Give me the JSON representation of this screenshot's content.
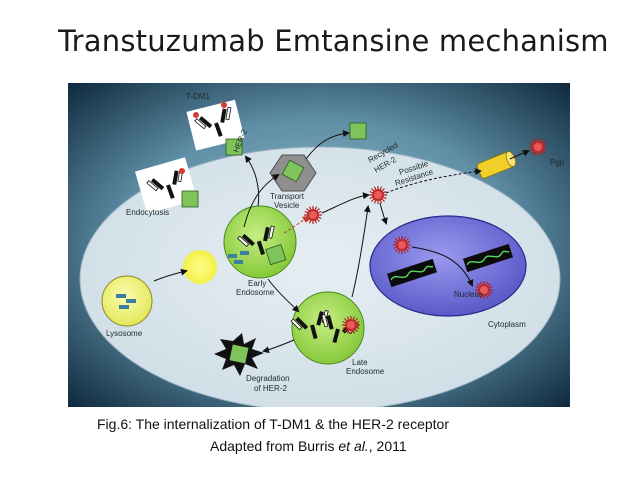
{
  "slide": {
    "title": "Transtuzumab Emtansine mechanism"
  },
  "diagram": {
    "labels": {
      "tdm1": "T-DM1",
      "her2": "HER-2",
      "endocytosis": "Endocytosis",
      "transport_vesicle_1": "Transport",
      "transport_vesicle_2": "Vesicle",
      "recycled_her2_1": "Recycled",
      "recycled_her2_2": "HER-2",
      "possible_resistance_1": "Possible",
      "possible_resistance_2": "Resistance",
      "pgp": "Pgp",
      "early_endosome_1": "Early",
      "early_endosome_2": "Endosome",
      "lysosome": "Lysosome",
      "nucleus": "Nucleus",
      "cytoplasm": "Cytoplasm",
      "late_endosome_1": "Late",
      "late_endosome_2": "Endosome",
      "degradation_1": "Degradation",
      "degradation_2": "of HER-2"
    },
    "colors": {
      "background_outer": "#102b3f",
      "background_glow": "#5f8fa6",
      "cell": "#d9e6ee",
      "endosome": "#9ed84a",
      "lysosome": "#eef06a",
      "nucleus": "#7777dd",
      "payload": "#d63a3a",
      "her2_receptor": "#7fc45a",
      "pgp": "#f0cf2a"
    }
  },
  "caption": {
    "line1": "Fig.6: The internalization of T-DM1 & the HER-2 receptor",
    "line2_prefix": "Adapted from Burris ",
    "line2_italic": "et al.",
    "line2_suffix": ", 2011"
  }
}
